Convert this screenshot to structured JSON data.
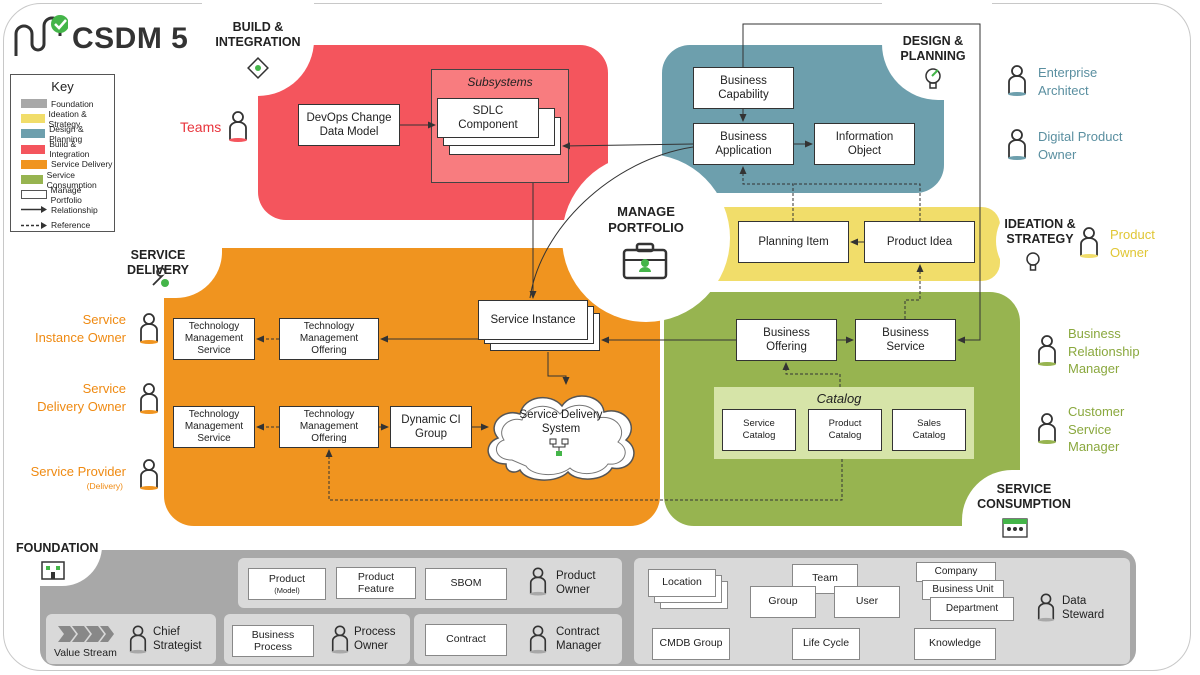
{
  "brand": {
    "title": "CSDM 5"
  },
  "key": {
    "title": "Key",
    "items": [
      "Foundation",
      "Ideation & Strategy",
      "Design & Planning",
      "Build & Integration",
      "Service Delivery",
      "Service Consumption",
      "Manage Portfolio",
      "Relationship",
      "Reference"
    ]
  },
  "colors": {
    "foundation": "#a8a8a8",
    "ideation": "#f1dd6a",
    "design": "#6d9fad",
    "build": "#f4555d",
    "delivery": "#f0941f",
    "consumption": "#97b450",
    "manage": "#ffffff"
  },
  "domains": {
    "build": "BUILD &\nINTEGRATION",
    "design": "DESIGN &\nPLANNING",
    "ideation": "IDEATION &\nSTRATEGY",
    "delivery": "SERVICE DELIVERY",
    "consumption": "SERVICE\nCONSUMPTION",
    "manage": "MANAGE\nPORTFOLIO",
    "foundation": "FOUNDATION"
  },
  "roles": {
    "teams": "Teams",
    "enterprise_architect": "Enterprise\nArchitect",
    "digital_product_owner": "Digital Product\nOwner",
    "product_owner_ideation": "Product\nOwner",
    "business_relationship_manager": "Business\nRelationship\nManager",
    "customer_service_manager": "Customer\nService\nManager",
    "service_instance_owner": "Service\nInstance Owner",
    "service_delivery_owner": "Service\nDelivery Owner",
    "service_provider": "Service Provider",
    "service_provider_sub": "(Delivery)",
    "chief_strategist": "Chief\nStrategist",
    "process_owner": "Process\nOwner",
    "product_owner_found": "Product\nOwner",
    "contract_manager": "Contract\nManager",
    "data_steward": "Data\nSteward"
  },
  "build": {
    "devops": "DevOps Change\nData Model",
    "subsystems": "Subsystems",
    "sdlc": "SDLC\nComponent"
  },
  "design": {
    "business_capability": "Business\nCapability",
    "business_application": "Business\nApplication",
    "information_object": "Information\nObject"
  },
  "ideation": {
    "planning_item": "Planning Item",
    "product_idea": "Product Idea"
  },
  "delivery": {
    "service_instance": "Service Instance",
    "tms_1": "Technology\nManagement\nService",
    "tmo_1": "Technology\nManagement\nOffering",
    "tms_2": "Technology\nManagement\nService",
    "tmo_2": "Technology\nManagement\nOffering",
    "dynamic_ci": "Dynamic CI\nGroup",
    "sds": "Service Delivery\nSystem"
  },
  "consumption": {
    "business_offering": "Business\nOffering",
    "business_service": "Business\nService",
    "catalog": "Catalog",
    "service_catalog": "Service\nCatalog",
    "product_catalog": "Product\nCatalog",
    "sales_catalog": "Sales\nCatalog"
  },
  "foundation": {
    "product_model": "Product",
    "product_model_sub": "(Model)",
    "product_feature": "Product\nFeature",
    "sbom": "SBOM",
    "business_process": "Business\nProcess",
    "contract": "Contract",
    "value_stream": "Value Stream",
    "location": "Location",
    "cmdb_group": "CMDB Group",
    "team": "Team",
    "group": "Group",
    "user": "User",
    "life_cycle": "Life Cycle",
    "company": "Company",
    "business_unit": "Business Unit",
    "department": "Department",
    "knowledge": "Knowledge"
  }
}
